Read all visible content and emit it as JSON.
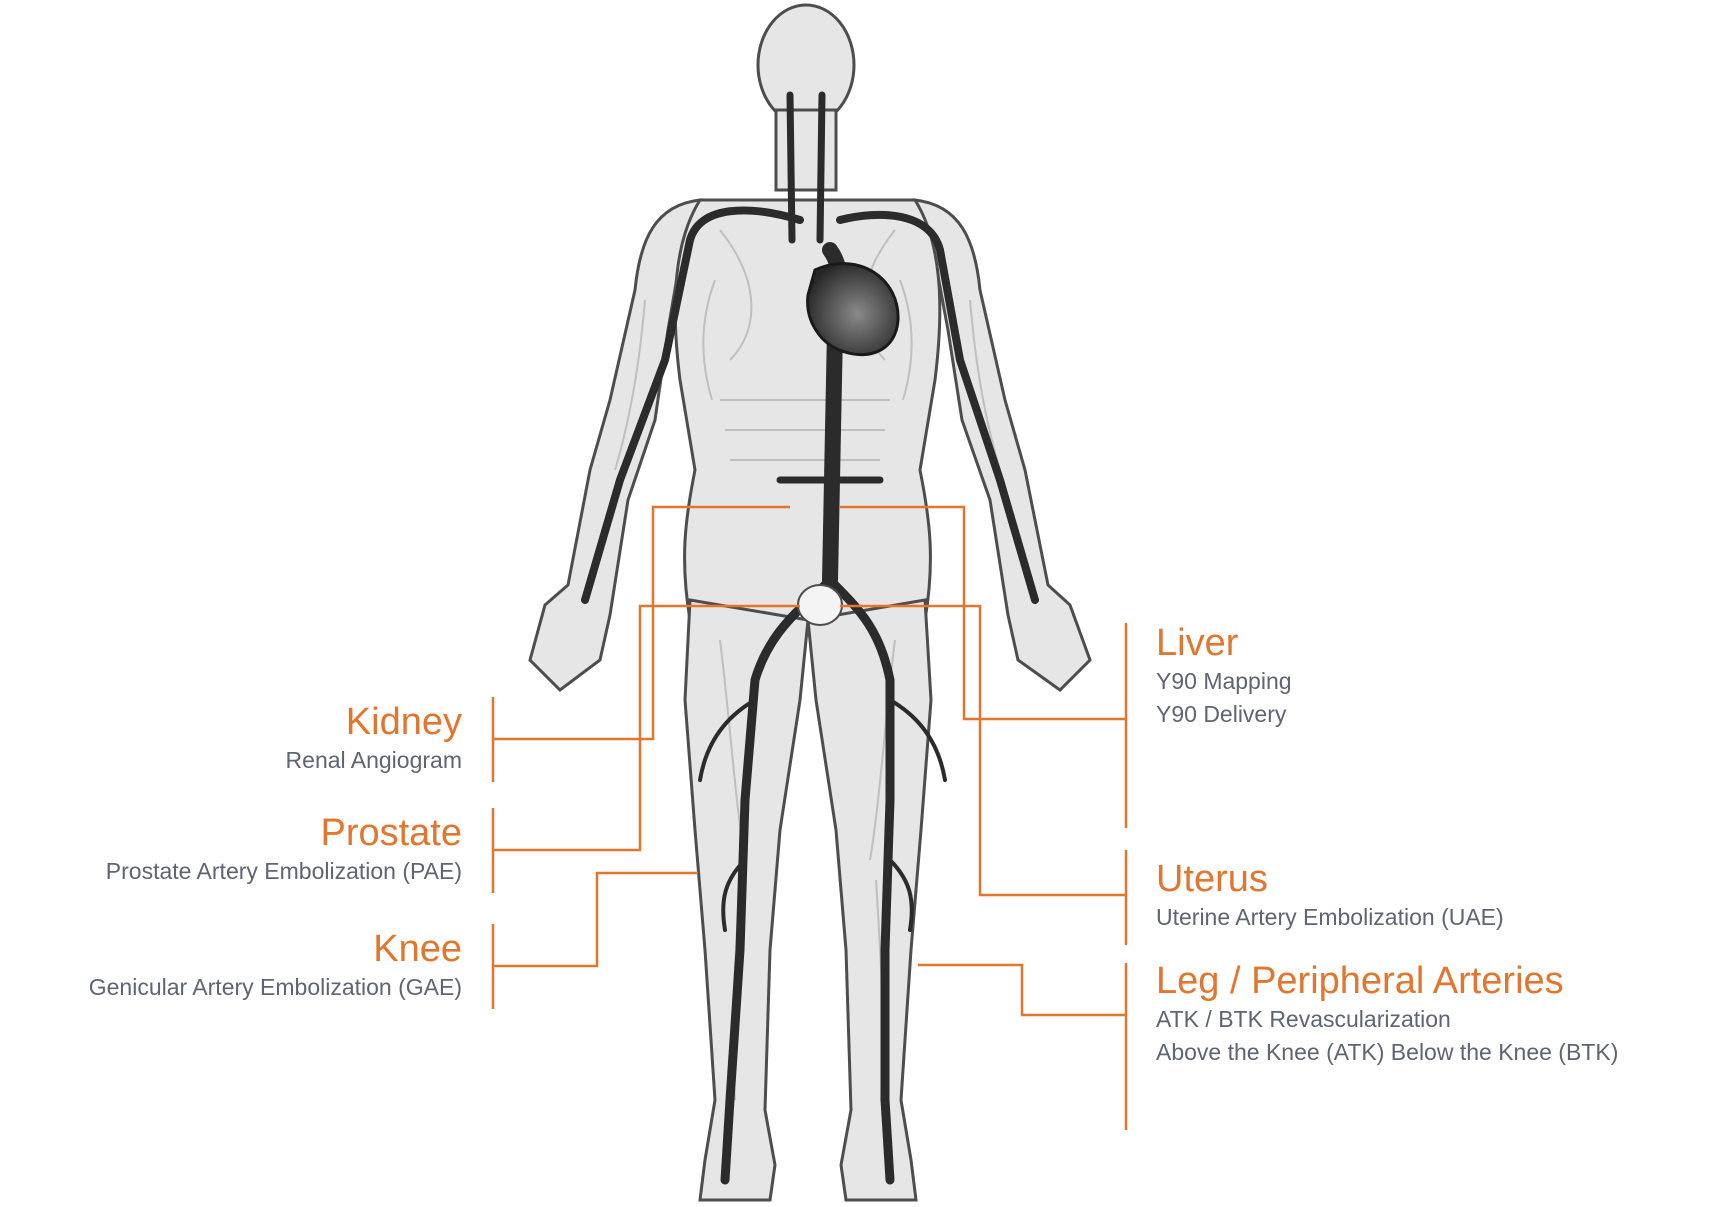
{
  "colors": {
    "accent": "#e2762f",
    "subtext": "#5d6573",
    "body_fill": "#e6e6e6",
    "body_outline": "#4d4d4d",
    "vessel": "#2b2b2b",
    "muscle_lines": "#bfbfbf"
  },
  "callouts": {
    "kidney": {
      "title": "Kidney",
      "lines": [
        "Renal Angiogram"
      ]
    },
    "prostate": {
      "title": "Prostate",
      "lines": [
        "Prostate Artery Embolization (PAE)"
      ]
    },
    "knee": {
      "title": "Knee",
      "lines": [
        "Genicular Artery Embolization (GAE)"
      ]
    },
    "liver": {
      "title": "Liver",
      "lines": [
        "Y90 Mapping",
        "Y90 Delivery"
      ]
    },
    "uterus": {
      "title": "Uterus",
      "lines": [
        "Uterine Artery Embolization (UAE)"
      ]
    },
    "leg": {
      "title": "Leg / Peripheral Arteries",
      "lines": [
        "ATK / BTK Revascularization",
        "Above the Knee (ATK)  Below the Knee (BTK)"
      ]
    }
  }
}
